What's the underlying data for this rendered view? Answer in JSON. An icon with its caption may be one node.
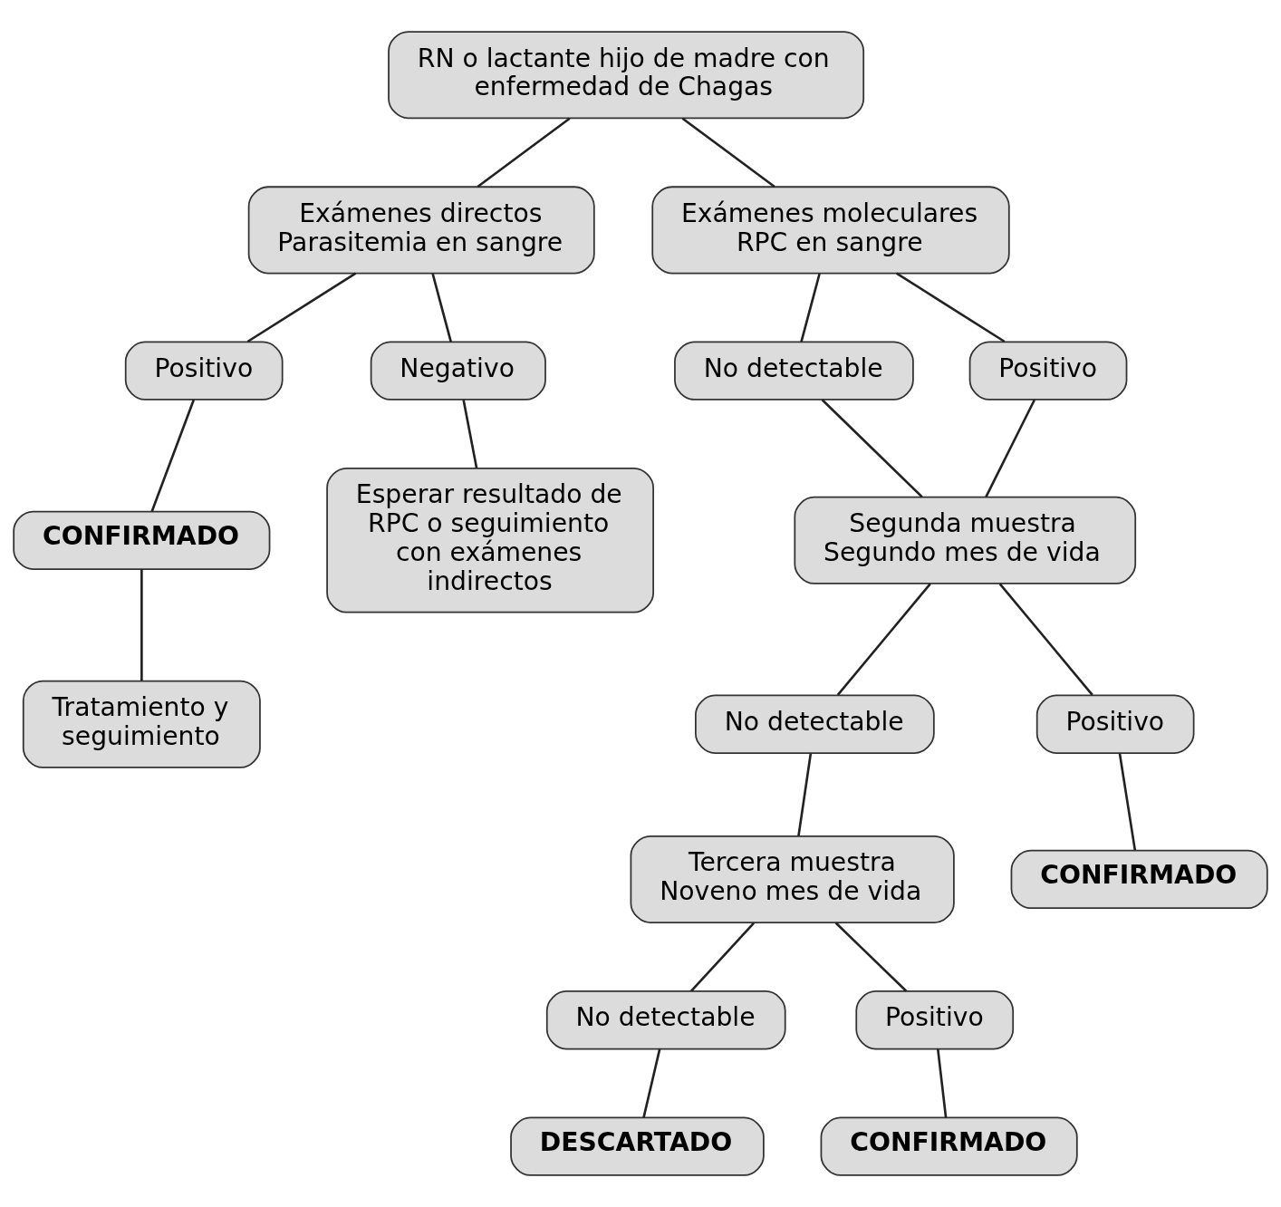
{
  "diagram": {
    "nodes": [
      {
        "text": [
          "RN o lactante hijo de madre con enfermedad de Chagas"
        ]
      },
      {
        "text": [
          "Exámenes directos",
          "Parasitemia en sangre"
        ]
      },
      {
        "text": [
          "Exámenes moleculares",
          "RPC en sangre"
        ]
      },
      {
        "text": [
          "Positivo"
        ]
      },
      {
        "text": [
          "Negativo"
        ]
      },
      {
        "text": [
          "No detectable"
        ]
      },
      {
        "text": [
          "Positivo"
        ]
      },
      {
        "text": [
          "CONFIRMADO"
        ]
      },
      {
        "text": [
          "Esperar resultado de RPC o seguimiento con exámenes indirectos"
        ]
      },
      {
        "text": [
          "Segunda muestra",
          "Segundo mes de vida"
        ]
      },
      {
        "text": [
          "Tratamiento y seguimiento"
        ]
      },
      {
        "text": [
          "No detectable"
        ]
      },
      {
        "text": [
          "Positivo"
        ]
      },
      {
        "text": [
          "Tercera muestra",
          "Noveno mes de vida"
        ]
      },
      {
        "text": [
          "CONFIRMADO"
        ]
      },
      {
        "text": [
          "No detectable"
        ]
      },
      {
        "text": [
          "Positivo"
        ]
      },
      {
        "text": [
          "DESCARTADO"
        ]
      },
      {
        "text": [
          "CONFIRMADO"
        ]
      }
    ],
    "edges": [
      {
        "from": 0,
        "to": 1,
        "arrow": "none"
      },
      {
        "from": 0,
        "to": 2,
        "arrow": "none"
      },
      {
        "from": 1,
        "to": 3,
        "arrow": "none"
      },
      {
        "from": 1,
        "to": 4,
        "arrow": "none"
      },
      {
        "from": 2,
        "to": 5,
        "arrow": "none"
      },
      {
        "from": 2,
        "to": 6,
        "arrow": "none"
      },
      {
        "from": 3,
        "to": 7,
        "arrow": "none"
      },
      {
        "from": 7,
        "to": 10,
        "arrow": "none"
      },
      {
        "from": 4,
        "to": 8,
        "arrow": "none"
      },
      {
        "from": 5,
        "to": 9,
        "arrow": "none"
      },
      {
        "from": 6,
        "to": 9,
        "arrow": "none"
      },
      {
        "from": 9,
        "to": 11,
        "arrow": "none"
      },
      {
        "from": 9,
        "to": 12,
        "arrow": "none"
      },
      {
        "from": 11,
        "to": 13,
        "arrow": "none"
      },
      {
        "from": 12,
        "to": 14,
        "arrow": "none"
      },
      {
        "from": 13,
        "to": 15,
        "arrow": "none"
      },
      {
        "from": 13,
        "to": 16,
        "arrow": "none"
      },
      {
        "from": 15,
        "to": 17,
        "arrow": "none"
      },
      {
        "from": 16,
        "to": 18,
        "arrow": "none"
      }
    ]
  }
}
